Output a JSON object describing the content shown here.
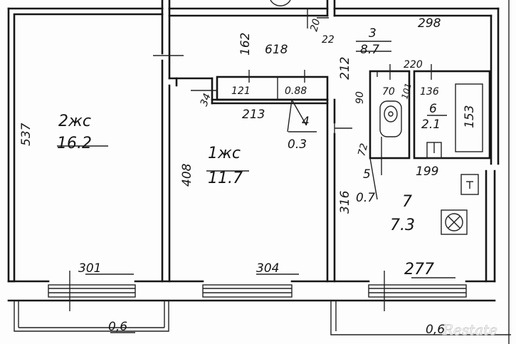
{
  "rooms": {
    "room2": {
      "number": "2жс",
      "area": "16.2"
    },
    "room1": {
      "number": "1жс",
      "area": "11.7"
    },
    "room3": {
      "number": "3",
      "area": "8.7"
    },
    "room4": {
      "number": "4",
      "area": "0.3"
    },
    "room5": {
      "number": "5",
      "area": "0.7"
    },
    "room6": {
      "number": "6",
      "area": "2.1"
    },
    "room7": {
      "number": "7",
      "area": "7.3"
    }
  },
  "dimensions": {
    "d537": "537",
    "d301": "301",
    "d06a": "0,6",
    "d408": "408",
    "d304": "304",
    "d162": "162",
    "d618": "618",
    "d20": "20",
    "d22": "22",
    "d298": "298",
    "d212": "212",
    "d121": "121",
    "d34": "34",
    "d088": "0.88",
    "d213": "213",
    "d90": "90",
    "d72": "72",
    "d220": "220",
    "d70": "70",
    "d101": "101",
    "d136": "136",
    "d153": "153",
    "d199": "199",
    "d316": "316",
    "d277": "277",
    "d06b": "0,6"
  },
  "watermark": "Restate"
}
